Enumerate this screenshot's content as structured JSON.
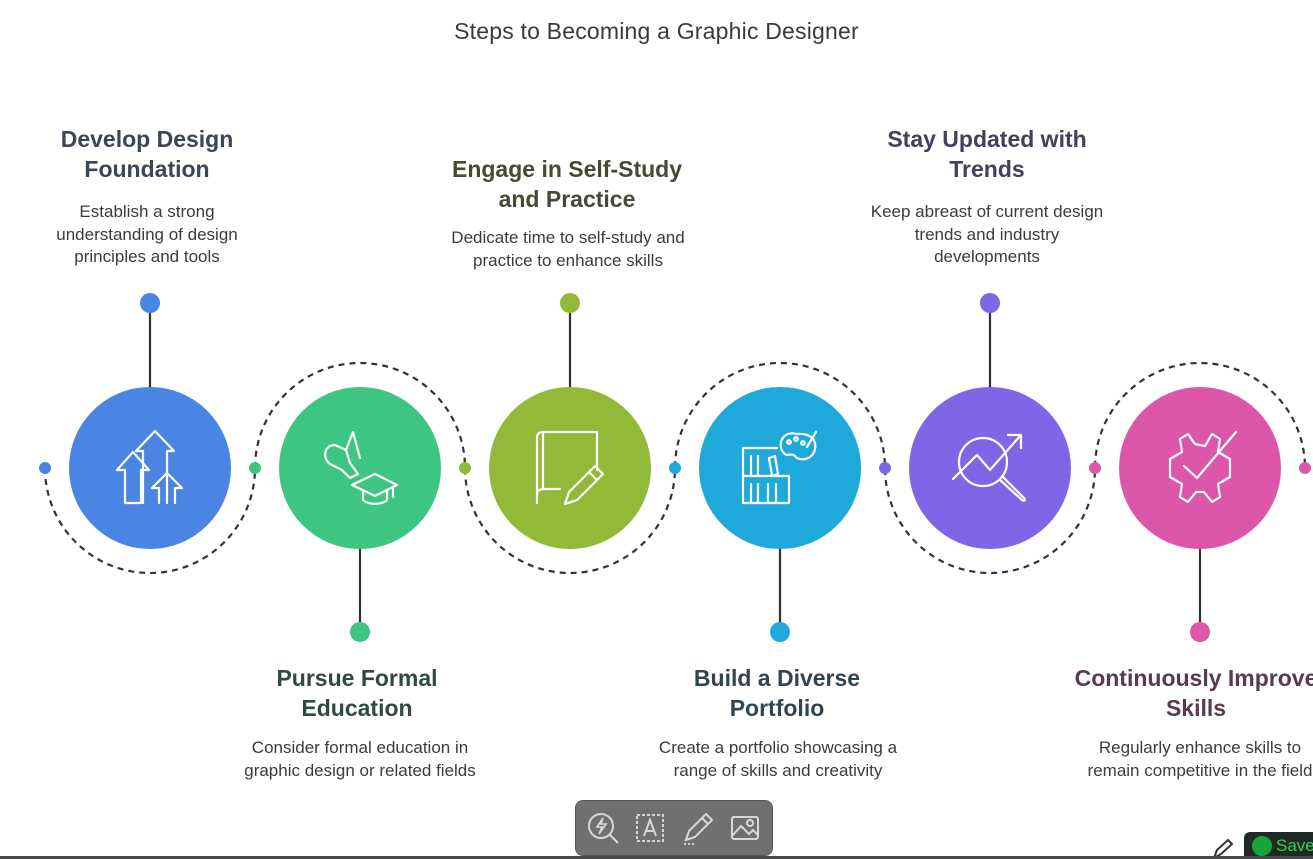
{
  "title": "Steps to Becoming a Graphic Designer",
  "colors": {
    "step1": "#4b85e4",
    "step2": "#3ec582",
    "step3": "#92ba38",
    "step4": "#1fa9da",
    "step5": "#7f66e6",
    "step6": "#dc57aa",
    "connector": "#333333",
    "text_dark": "#3c4255"
  },
  "steps": [
    {
      "title_line1": "Develop Design",
      "title_line2": "Foundation",
      "desc_line1": "Establish a strong",
      "desc_line2": "understanding of design",
      "desc_line3": "principles and tools",
      "icon": "growth-arrows-icon",
      "title_color": "#3b4658"
    },
    {
      "title_line1": "Pursue Formal",
      "title_line2": "Education",
      "desc_line1": "Consider formal education in",
      "desc_line2": "graphic design or related fields",
      "icon": "graduation-cap-icon",
      "title_color": "#2f4a43"
    },
    {
      "title_line1": "Engage in Self-Study",
      "title_line2": "and Practice",
      "desc_line1": "Dedicate time to self-study and",
      "desc_line2": "practice to enhance skills",
      "icon": "book-pencil-icon",
      "title_color": "#454a35"
    },
    {
      "title_line1": "Build a Diverse",
      "title_line2": "Portfolio",
      "desc_line1": "Create a portfolio showcasing a",
      "desc_line2": "range of skills and creativity",
      "icon": "portfolio-palette-icon",
      "title_color": "#2f4652"
    },
    {
      "title_line1": "Stay Updated with",
      "title_line2": "Trends",
      "desc_line1": "Keep abreast of current design",
      "desc_line2": "trends and industry",
      "desc_line3": "developments",
      "icon": "trend-magnifier-icon",
      "title_color": "#433f5c"
    },
    {
      "title_line1": "Continuously Improve",
      "title_line2": "Skills",
      "desc_line1": "Regularly enhance skills to",
      "desc_line2": "remain competitive in the field",
      "icon": "gear-check-icon",
      "title_color": "#5a3a4d"
    }
  ],
  "toolbar": {
    "tools": [
      "quick-search-icon",
      "text-select-icon",
      "pen-annotate-icon",
      "image-icon"
    ]
  },
  "save_widget": {
    "label": "Save"
  }
}
